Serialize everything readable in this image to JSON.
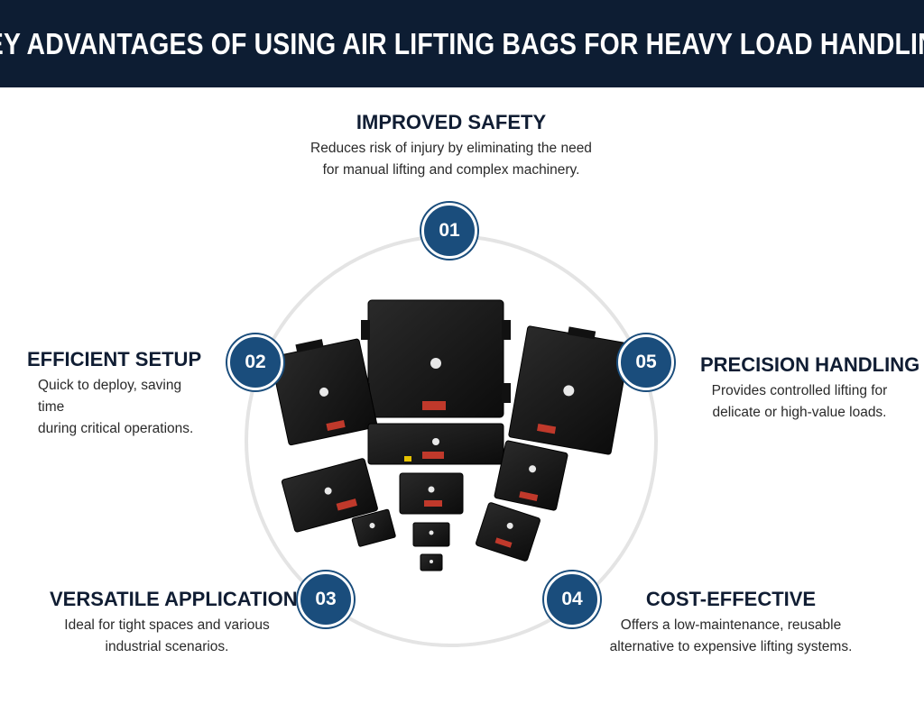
{
  "header": {
    "title": "KEY ADVANTAGES OF USING AIR LIFTING BAGS FOR HEAVY LOAD HANDLING"
  },
  "colors": {
    "header_bg": "#0d1d33",
    "badge": "#1a4d7c",
    "ring": "#e4e4e4",
    "title_text": "#101d33"
  },
  "advantages": [
    {
      "number": "01",
      "title": "IMPROVED SAFETY",
      "desc_lines": [
        "Reduces risk of injury by eliminating the need",
        "for manual lifting and complex machinery."
      ]
    },
    {
      "number": "02",
      "title": "EFFICIENT SETUP",
      "desc_lines": [
        "Quick to deploy, saving time",
        "during critical operations."
      ]
    },
    {
      "number": "03",
      "title": "VERSATILE APPLICATION",
      "desc_lines": [
        "Ideal for tight spaces and various",
        "industrial scenarios."
      ]
    },
    {
      "number": "04",
      "title": "COST-EFFECTIVE",
      "desc_lines": [
        "Offers a low-maintenance, reusable",
        "alternative to expensive lifting systems."
      ]
    },
    {
      "number": "05",
      "title": "PRECISION HANDLING",
      "desc_lines": [
        "Provides controlled lifting for",
        "delicate or high-value loads."
      ]
    }
  ]
}
